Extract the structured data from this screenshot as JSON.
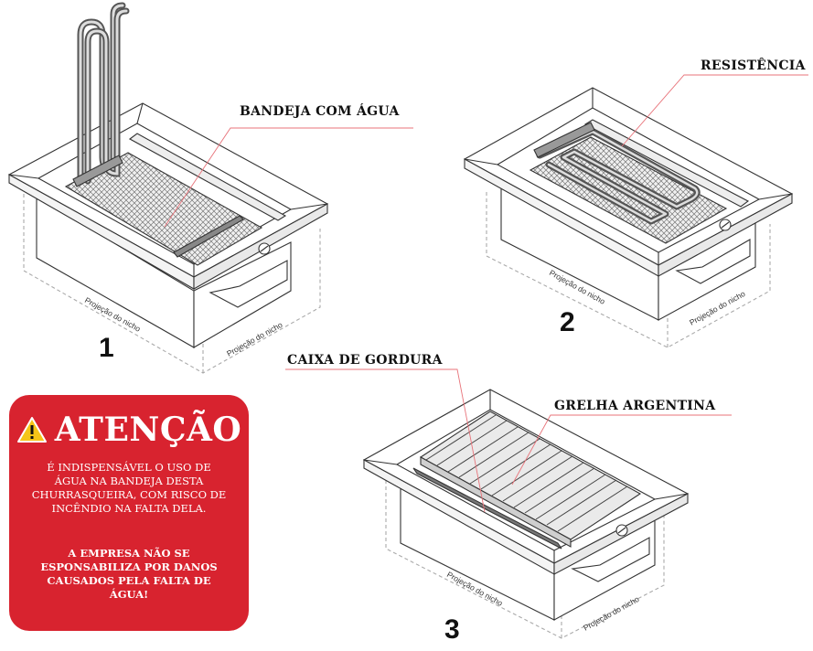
{
  "labels": {
    "bandeja": "BANDEJA COM ÁGUA",
    "resistencia": "RESISTÊNCIA",
    "caixa": "CAIXA DE GORDURA",
    "grelha": "GRELHA ARGENTINA"
  },
  "niche_projection_label": "Projeção do nicho",
  "figure_numbers": [
    "1",
    "2",
    "3"
  ],
  "warning": {
    "title": "ATENÇÃO",
    "icon": "warning-triangle-icon",
    "body": "É INDISPENSÁVEL O USO DE ÁGUA NA BANDEJA DESTA CHURRASQUEIRA, COM RISCO DE INCÊNDIO NA FALTA DELA.",
    "note": "A EMPRESA NÃO SE ESPONSABILIZA POR DANOS CAUSADOS PELA FALTA DE ÁGUA!"
  },
  "colors": {
    "warning_bg": "#d8232f",
    "callout_line": "#e8737a",
    "outline": "#333333"
  }
}
